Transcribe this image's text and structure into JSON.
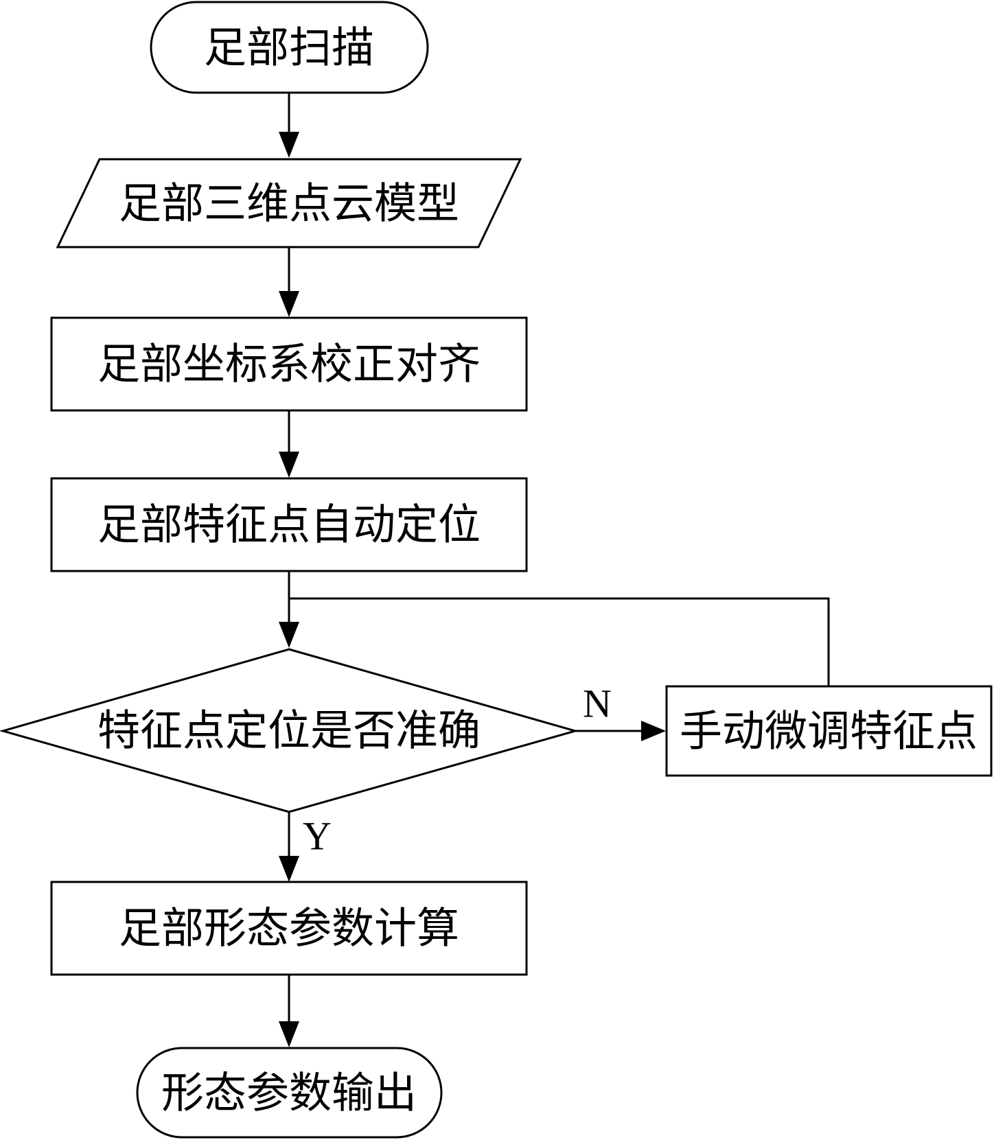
{
  "nodes": {
    "start": "足部扫描",
    "model": "足部三维点云模型",
    "align": "足部坐标系校正对齐",
    "locate": "足部特征点自动定位",
    "decision": "特征点定位是否准确",
    "adjust": "手动微调特征点",
    "compute": "足部形态参数计算",
    "end": "形态参数输出"
  },
  "branches": {
    "no": "N",
    "yes": "Y"
  }
}
